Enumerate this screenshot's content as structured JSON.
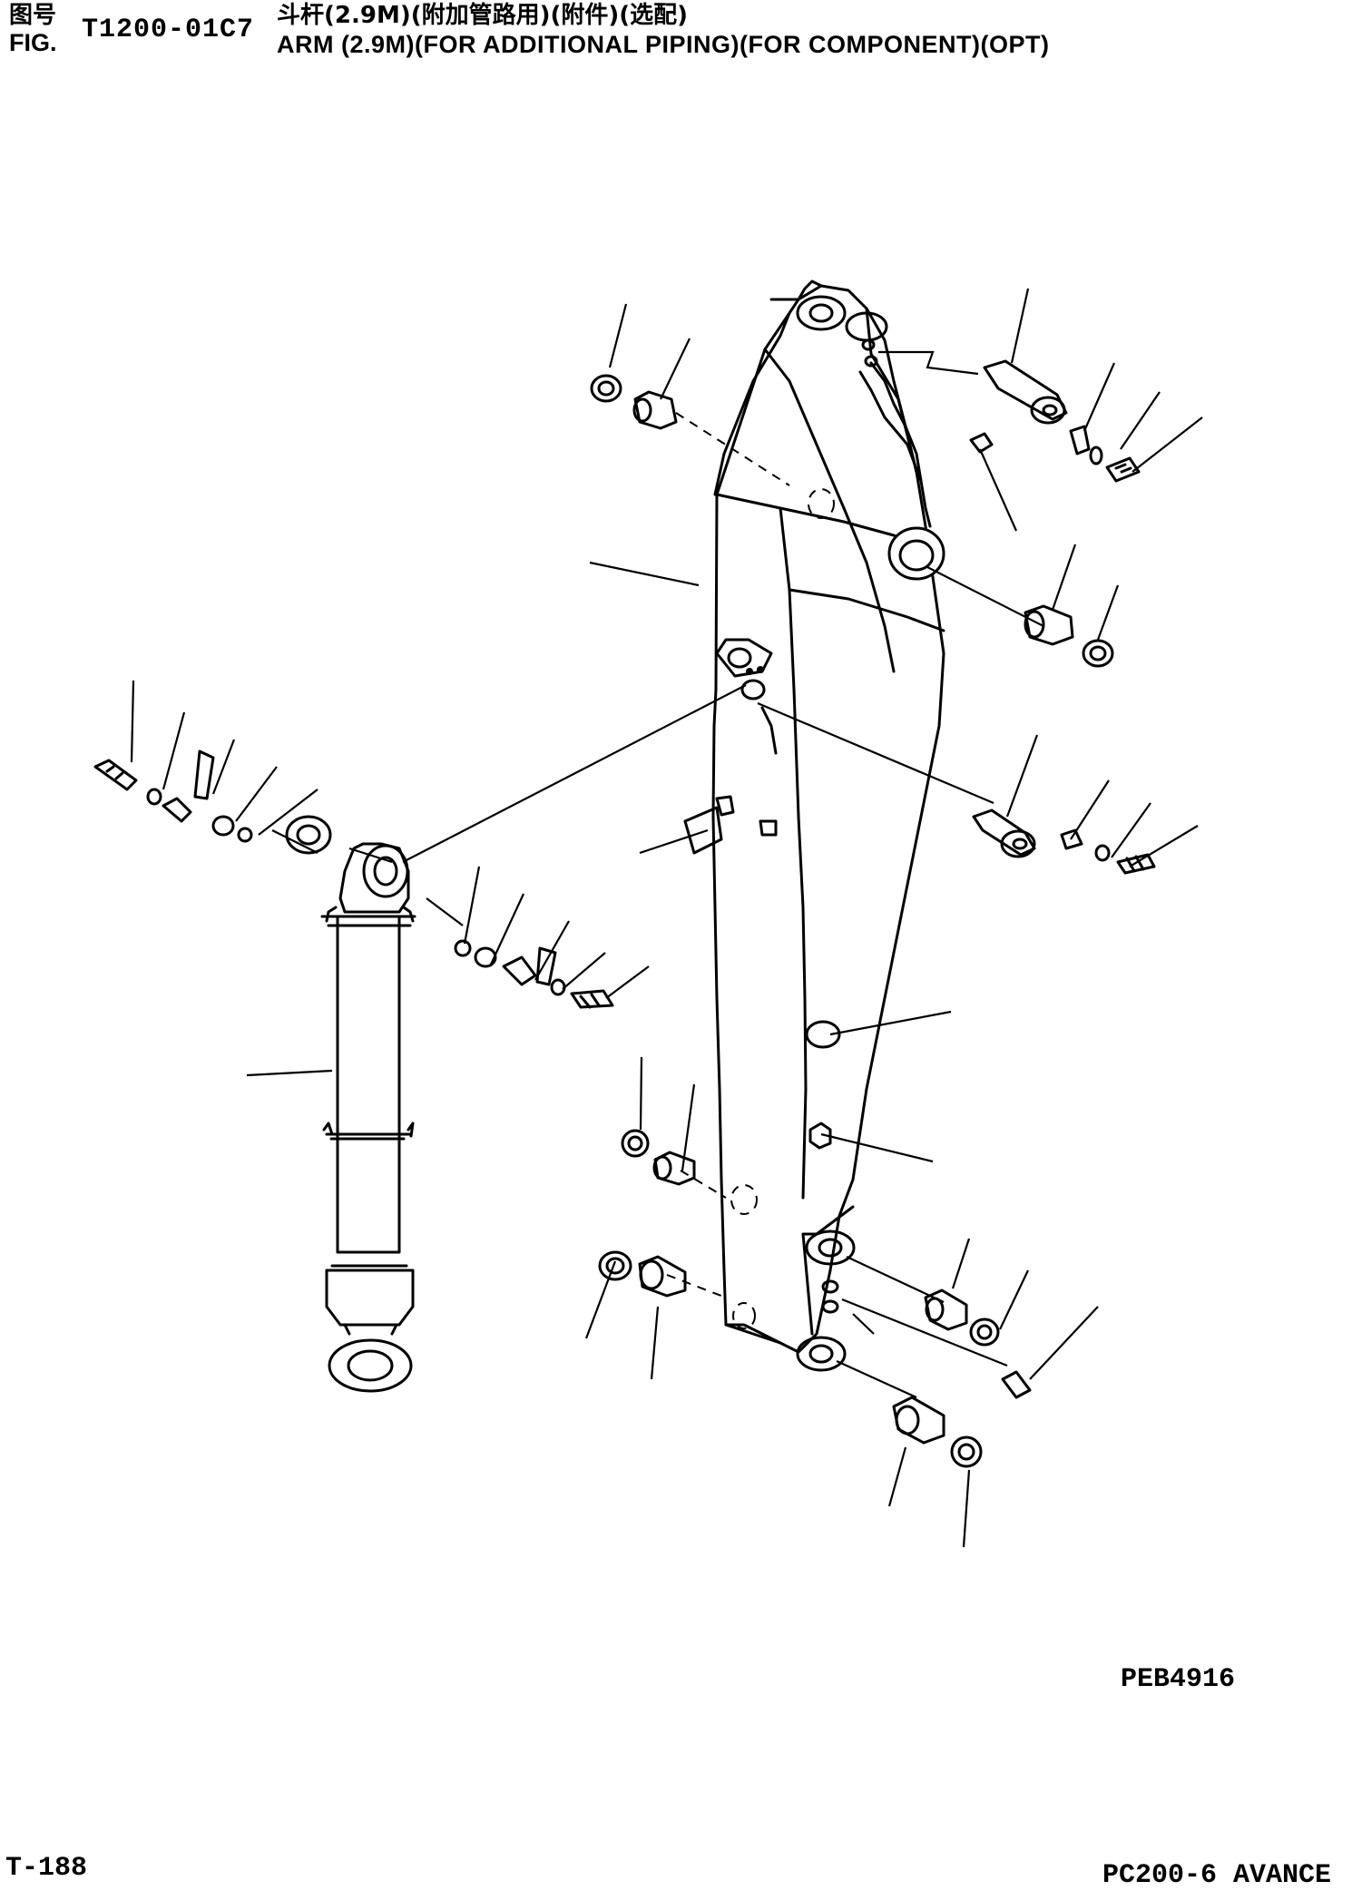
{
  "header": {
    "cn_label": "图号",
    "fig_label": "FIG.",
    "fig_number": "T1200-01C7",
    "title_cn": "斗杆(2.9M)(附加管路用)(附件)(选配)",
    "title_en": "ARM (2.9M)(FOR ADDITIONAL PIPING)(FOR COMPONENT)(OPT)"
  },
  "drawing": {
    "code": "PEB4916",
    "description_parts": [
      "arm",
      "arm-cylinder",
      "pins",
      "bushings",
      "dust-seals",
      "bolts",
      "washers",
      "grease-fittings",
      "shims",
      "plates"
    ]
  },
  "footer": {
    "page": "T-188",
    "model": "PC200-6 AVANCE"
  }
}
